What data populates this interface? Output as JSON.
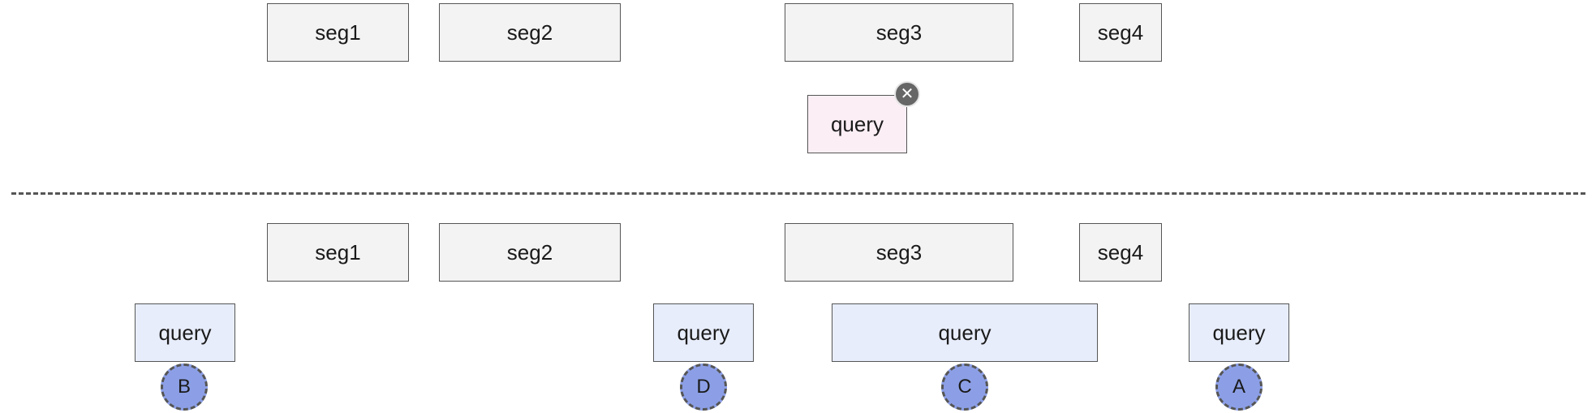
{
  "top": {
    "segments": [
      "seg1",
      "seg2",
      "seg3",
      "seg4"
    ],
    "query": {
      "label": "query",
      "close_icon": "x-circle-icon"
    }
  },
  "bottom": {
    "segments": [
      "seg1",
      "seg2",
      "seg3",
      "seg4"
    ],
    "queries": [
      {
        "label": "query",
        "marker": "B"
      },
      {
        "label": "query",
        "marker": "D"
      },
      {
        "label": "query",
        "marker": "C"
      },
      {
        "label": "query",
        "marker": "A"
      }
    ]
  },
  "colors": {
    "segment_fill": "#f3f3f3",
    "removed_query_fill": "#fbeef5",
    "query_fill": "#e8edfb",
    "marker_fill": "#8c9fe6"
  }
}
